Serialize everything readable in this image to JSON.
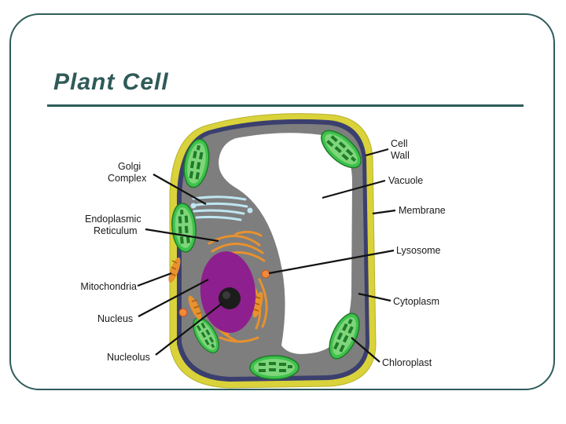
{
  "slide": {
    "title": "Plant Cell"
  },
  "diagram": {
    "labels": {
      "golgi_line1": "Golgi",
      "golgi_line2": "Complex",
      "er_line1": "Endoplasmic",
      "er_line2": "Reticulum",
      "mitochondria": "Mitochondria",
      "nucleus": "Nucleus",
      "nucleolus": "Nucleolus",
      "cell_wall_line1": "Cell",
      "cell_wall_line2": "Wall",
      "vacuole": "Vacuole",
      "membrane": "Membrane",
      "lysosome": "Lysosome",
      "cytoplasm": "Cytoplasm",
      "chloroplast": "Chloroplast"
    },
    "colors": {
      "cell_wall": "#d9d23a",
      "membrane": "#3b3f6e",
      "cytoplasm": "#7e7e7e",
      "vacuole": "#ffffff",
      "nucleus": "#8e1f8e",
      "nucleolus": "#1c1c1c",
      "chloroplast": "#39c24a",
      "er_golgi": "#e8912e",
      "golgi": "#bfe6f2",
      "lysosome": "#f08a3c",
      "accent": "#2f5c5a"
    }
  }
}
